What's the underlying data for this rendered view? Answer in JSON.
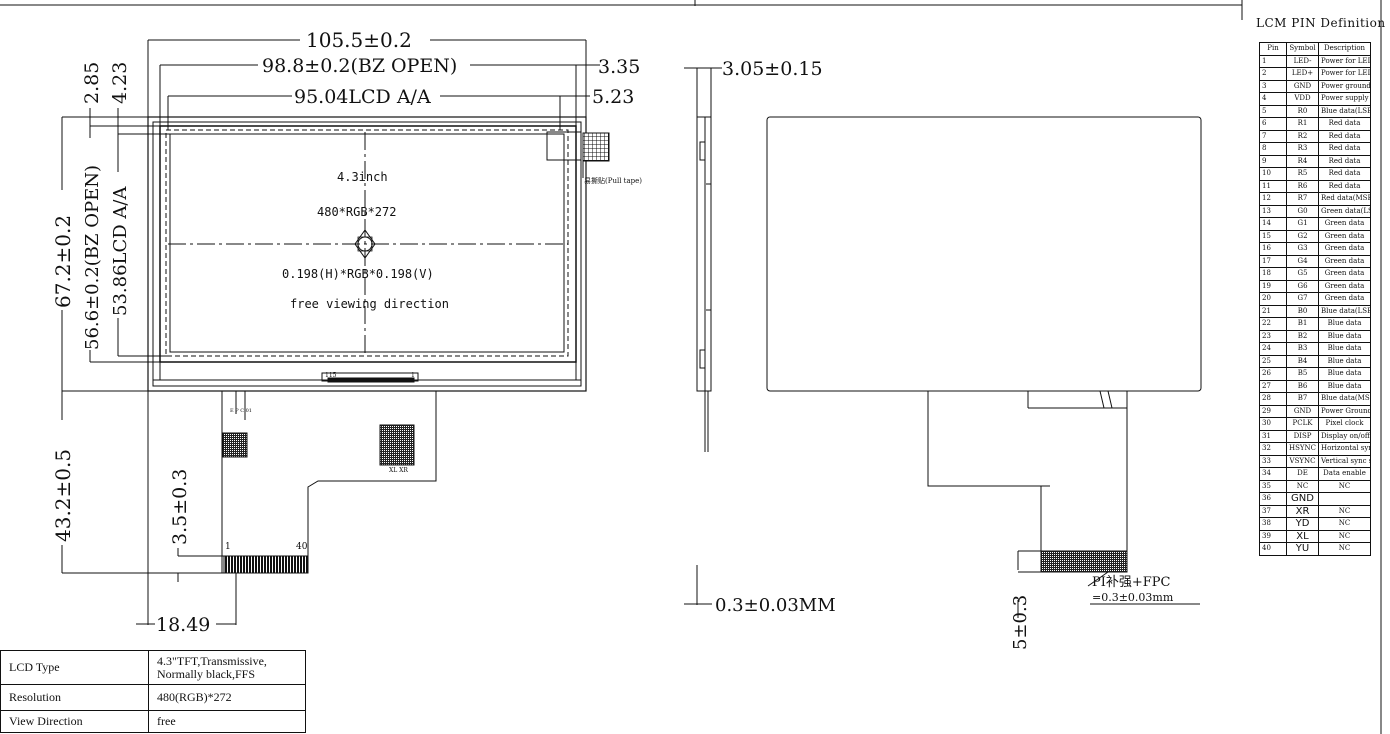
{
  "dimensions": {
    "outline_width": "105.5±0.2",
    "bz_open_width": "98.8±0.2(BZ OPEN)",
    "aa_width": "95.04LCD A/A",
    "right_margin_1": "3.35",
    "right_margin_2": "5.23",
    "top_margin_1": "2.85",
    "top_margin_2": "4.23",
    "outline_height": "67.2±0.2",
    "bz_open_height": "56.6±0.2(BZ OPEN)",
    "aa_height": "53.86LCD A/A",
    "fpc_length": "43.2±0.5",
    "connector_offset": "3.5±0.3",
    "fpc_left_offset": "18.49",
    "thickness": "3.05±0.15",
    "fpc_thickness": "0.3±0.03MM",
    "stiffener_length": "5±0.3"
  },
  "panel_text": {
    "size": "4.3inch",
    "resolution": "480*RGB*272",
    "pixel_pitch": "0.198(H)*RGB*0.198(V)",
    "viewing": "free viewing direction"
  },
  "labels": {
    "pull_tape": "易撕贴(Pull tape)",
    "fpc_pin_first": "115",
    "fpc_pin_last": "1",
    "connector_pin_first": "1",
    "connector_pin_last": "40",
    "touch_pins": "XL  XR",
    "pi_stiffener": "PI补强+FPC",
    "pi_thickness": "=0.3±0.03mm",
    "fpc_mark": "E P C 01"
  },
  "pin_table": {
    "title": "LCM PIN Definition",
    "headers": [
      "Pin",
      "Symbol",
      "Description"
    ],
    "rows": [
      [
        "1",
        "LED-",
        "Power for LED"
      ],
      [
        "2",
        "LED+",
        "Power for LED"
      ],
      [
        "3",
        "GND",
        "Power ground"
      ],
      [
        "4",
        "VDD",
        "Power supply"
      ],
      [
        "5",
        "R0",
        "Blue data(LSB)"
      ],
      [
        "6",
        "R1",
        "Red data"
      ],
      [
        "7",
        "R2",
        "Red data"
      ],
      [
        "8",
        "R3",
        "Red data"
      ],
      [
        "9",
        "R4",
        "Red data"
      ],
      [
        "10",
        "R5",
        "Red data"
      ],
      [
        "11",
        "R6",
        "Red data"
      ],
      [
        "12",
        "R7",
        "Red data(MSB)"
      ],
      [
        "13",
        "G0",
        "Green data(LSB)"
      ],
      [
        "14",
        "G1",
        "Green data"
      ],
      [
        "15",
        "G2",
        "Green data"
      ],
      [
        "16",
        "G3",
        "Green data"
      ],
      [
        "17",
        "G4",
        "Green data"
      ],
      [
        "18",
        "G5",
        "Green data"
      ],
      [
        "19",
        "G6",
        "Green data"
      ],
      [
        "20",
        "G7",
        "Green data"
      ],
      [
        "21",
        "B0",
        "Blue data(LSB)"
      ],
      [
        "22",
        "B1",
        "Blue data"
      ],
      [
        "23",
        "B2",
        "Blue data"
      ],
      [
        "24",
        "B3",
        "Blue data"
      ],
      [
        "25",
        "B4",
        "Blue data"
      ],
      [
        "26",
        "B5",
        "Blue data"
      ],
      [
        "27",
        "B6",
        "Blue data"
      ],
      [
        "28",
        "B7",
        "Blue data(MSB)"
      ],
      [
        "29",
        "GND",
        "Power Ground"
      ],
      [
        "30",
        "PCLK",
        "Pixel clock"
      ],
      [
        "31",
        "DISP",
        "Display on/off"
      ],
      [
        "32",
        "HSYNC",
        "Horizontal sync signal"
      ],
      [
        "33",
        "VSYNC",
        "Vertical sync signal"
      ],
      [
        "34",
        "DE",
        "Data enable"
      ],
      [
        "35",
        "NC",
        "NC"
      ],
      [
        "36",
        "GND",
        ""
      ],
      [
        "37",
        "XR",
        "NC"
      ],
      [
        "38",
        "YD",
        "NC"
      ],
      [
        "39",
        "XL",
        "NC"
      ],
      [
        "40",
        "YU",
        "NC"
      ]
    ]
  },
  "spec_table": [
    {
      "key": "LCD Type",
      "value": "4.3\"TFT,Transmissive, Normally black,FFS"
    },
    {
      "key": "Resolution",
      "value": "480(RGB)*272"
    },
    {
      "key": "View Direction",
      "value": "free"
    }
  ]
}
